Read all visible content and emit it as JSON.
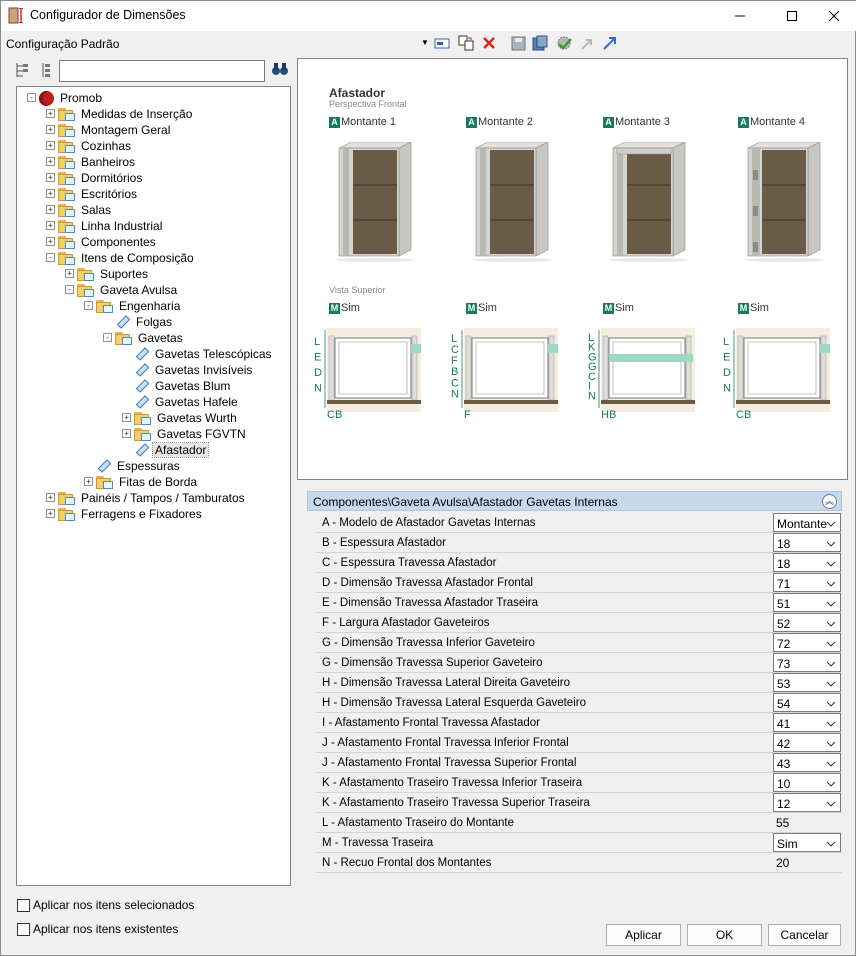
{
  "window": {
    "title": "Configurador de Dimensões"
  },
  "toolbar": {
    "config_name": "Configuração Padrão"
  },
  "tree": [
    {
      "label": "Promob",
      "depth": 0,
      "exp": "-",
      "icon": "promob-icon"
    },
    {
      "label": "Medidas de Inserção",
      "depth": 1,
      "exp": "+",
      "icon": "folder-icon"
    },
    {
      "label": "Montagem Geral",
      "depth": 1,
      "exp": "+",
      "icon": "folder-icon"
    },
    {
      "label": "Cozinhas",
      "depth": 1,
      "exp": "+",
      "icon": "folder-icon"
    },
    {
      "label": "Banheiros",
      "depth": 1,
      "exp": "+",
      "icon": "folder-icon"
    },
    {
      "label": "Dormitórios",
      "depth": 1,
      "exp": "+",
      "icon": "folder-icon"
    },
    {
      "label": "Escritórios",
      "depth": 1,
      "exp": "+",
      "icon": "folder-icon"
    },
    {
      "label": "Salas",
      "depth": 1,
      "exp": "+",
      "icon": "folder-icon"
    },
    {
      "label": "Linha Industrial",
      "depth": 1,
      "exp": "+",
      "icon": "folder-icon"
    },
    {
      "label": "Componentes",
      "depth": 1,
      "exp": "+",
      "icon": "folder-icon"
    },
    {
      "label": "Itens de Composição",
      "depth": 1,
      "exp": "-",
      "icon": "folder-icon"
    },
    {
      "label": "Suportes",
      "depth": 2,
      "exp": "+",
      "icon": "folder-icon"
    },
    {
      "label": "Gaveta Avulsa",
      "depth": 2,
      "exp": "-",
      "icon": "folder-icon"
    },
    {
      "label": "Engenharia",
      "depth": 3,
      "exp": "-",
      "icon": "folder-icon"
    },
    {
      "label": "Folgas",
      "depth": 4,
      "exp": "",
      "icon": "tag-icon"
    },
    {
      "label": "Gavetas",
      "depth": 4,
      "exp": "-",
      "icon": "folder-icon"
    },
    {
      "label": "Gavetas Telescópicas",
      "depth": 5,
      "exp": "",
      "icon": "tag-icon"
    },
    {
      "label": "Gavetas Invisíveis",
      "depth": 5,
      "exp": "",
      "icon": "tag-icon"
    },
    {
      "label": "Gavetas Blum",
      "depth": 5,
      "exp": "",
      "icon": "tag-icon"
    },
    {
      "label": "Gavetas Hafele",
      "depth": 5,
      "exp": "",
      "icon": "tag-icon"
    },
    {
      "label": "Gavetas Wurth",
      "depth": 5,
      "exp": "+",
      "icon": "folder-icon"
    },
    {
      "label": "Gavetas FGVTN",
      "depth": 5,
      "exp": "+",
      "icon": "folder-icon"
    },
    {
      "label": "Afastador",
      "depth": 5,
      "exp": "",
      "icon": "tag-icon",
      "selected": true
    },
    {
      "label": "Espessuras",
      "depth": 3,
      "exp": "",
      "icon": "tag-icon"
    },
    {
      "label": "Fitas de Borda",
      "depth": 3,
      "exp": "+",
      "icon": "folder-icon"
    },
    {
      "label": "Painéis / Tampos / Tamburatos",
      "depth": 1,
      "exp": "+",
      "icon": "folder-icon"
    },
    {
      "label": "Ferragens e Fixadores",
      "depth": 1,
      "exp": "+",
      "icon": "folder-icon"
    }
  ],
  "preview": {
    "title": "Afastador",
    "subtitle": "Perspectiva Frontal",
    "subtitle2": "Vista Superior",
    "models": [
      {
        "letter": "A",
        "label": "Montante 1"
      },
      {
        "letter": "A",
        "label": "Montante 2"
      },
      {
        "letter": "A",
        "label": "Montante 3"
      },
      {
        "letter": "A",
        "label": "Montante 4"
      }
    ],
    "plans": [
      {
        "letter": "M",
        "label": "Sim",
        "dims_left": [
          "L",
          "E",
          "D",
          "N"
        ],
        "dims_bottom": [
          "CB"
        ]
      },
      {
        "letter": "M",
        "label": "Sim",
        "dims_left": [
          "L",
          "C",
          "F",
          "B",
          "C",
          "N"
        ],
        "dims_bottom": [
          "F"
        ]
      },
      {
        "letter": "M",
        "label": "Sim",
        "dims_left": [
          "L",
          "K",
          "G",
          "G",
          "C",
          "I",
          "N"
        ],
        "dims_bottom": [
          "HB"
        ]
      },
      {
        "letter": "M",
        "label": "Sim",
        "dims_left": [
          "L",
          "E",
          "D",
          "N"
        ],
        "dims_bottom": [
          "CB"
        ]
      }
    ],
    "colors": {
      "wood": "#6b5a45",
      "panel": "#c8c6c2",
      "accent": "#187a5e",
      "plan_bg": "#f6ede1"
    }
  },
  "properties": {
    "header": "Componentes\\Gaveta Avulsa\\Afastador Gavetas Internas",
    "rows": [
      {
        "name": "A - Modelo de Afastador Gavetas Internas",
        "value": "Montante",
        "dd": true
      },
      {
        "name": "B - Espessura Afastador",
        "value": "18",
        "dd": true
      },
      {
        "name": "C - Espessura Travessa Afastador",
        "value": "18",
        "dd": true
      },
      {
        "name": "D - Dimensão Travessa Afastador Frontal",
        "value": "71",
        "dd": true
      },
      {
        "name": "E - Dimensão Travessa Afastador Traseira",
        "value": "51",
        "dd": true
      },
      {
        "name": "F - Largura Afastador Gaveteiros",
        "value": "52",
        "dd": true
      },
      {
        "name": "G - Dimensão Travessa Inferior Gaveteiro",
        "value": "72",
        "dd": true
      },
      {
        "name": "G - Dimensão Travessa Superior Gaveteiro",
        "value": "73",
        "dd": true
      },
      {
        "name": "H - Dimensão Travessa Lateral Direita Gaveteiro",
        "value": "53",
        "dd": true
      },
      {
        "name": "H - Dimensão Travessa Lateral Esquerda Gaveteiro",
        "value": "54",
        "dd": true
      },
      {
        "name": "I - Afastamento Frontal Travessa Afastador",
        "value": "41",
        "dd": true
      },
      {
        "name": "J - Afastamento Frontal Travessa Inferior Frontal",
        "value": "42",
        "dd": true
      },
      {
        "name": "J - Afastamento Frontal Travessa Superior Frontal",
        "value": "43",
        "dd": true
      },
      {
        "name": "K - Afastamento Traseiro Travessa Inferior Traseira",
        "value": "10",
        "dd": true
      },
      {
        "name": "K - Afastamento Traseiro Travessa Superior Traseira",
        "value": "12",
        "dd": true
      },
      {
        "name": "L - Afastamento Traseiro do Montante",
        "value": "55",
        "dd": false
      },
      {
        "name": "M - Travessa Traseira",
        "value": "Sim",
        "dd": true
      },
      {
        "name": "N - Recuo Frontal dos Montantes",
        "value": "20",
        "dd": false
      }
    ]
  },
  "options": {
    "apply_selected": "Aplicar nos itens selecionados",
    "apply_existing": "Aplicar nos itens existentes"
  },
  "buttons": {
    "apply": "Aplicar",
    "ok": "OK",
    "cancel": "Cancelar"
  }
}
